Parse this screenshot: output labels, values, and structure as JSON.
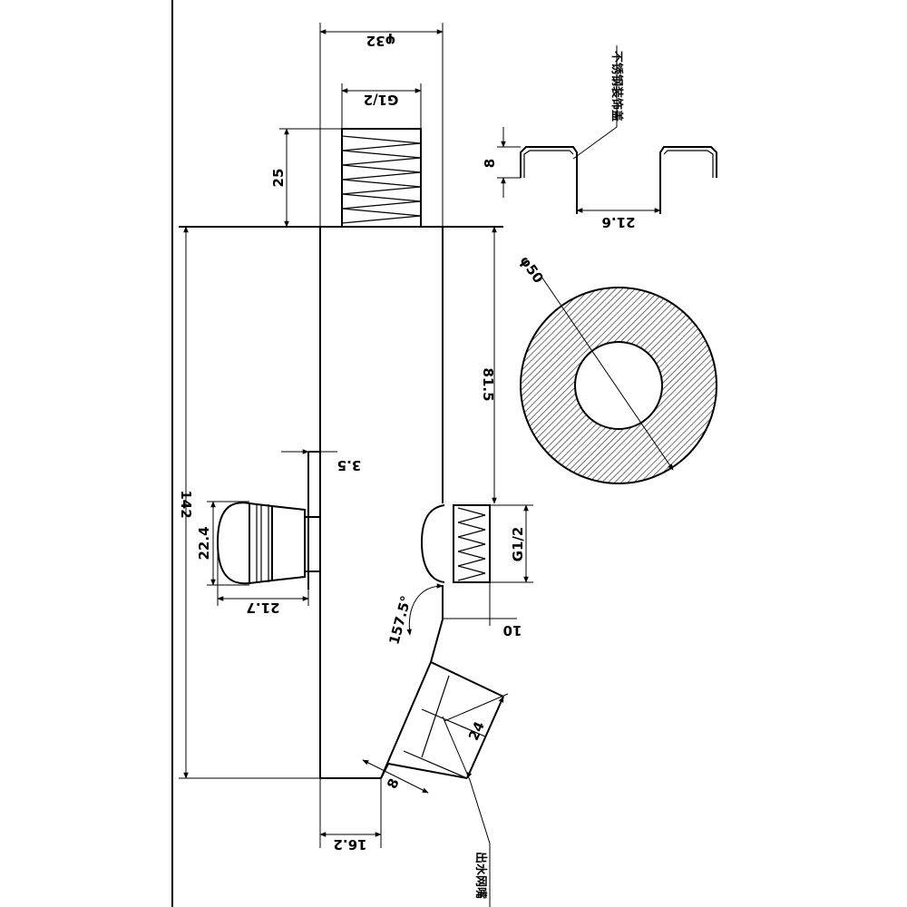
{
  "dimensions": {
    "top_diameter": "φ32",
    "top_thread": "G1/2",
    "thread_length": "25",
    "total_height": "142",
    "upper_height": "81.5",
    "wall_offset": "3.5",
    "button_diameter": "22.4",
    "button_length": "21.7",
    "side_thread": "G1/2",
    "side_thread_length": "10",
    "angle": "157.5°",
    "outlet_length": "24",
    "outlet_width": "8",
    "bottom_width": "16.2",
    "flange_height": "8",
    "flange_spacing": "21.6",
    "ring_diameter": "φ50"
  },
  "labels": {
    "cover_note": "不锈钢装饰盖",
    "outlet_note": "出水网嘴"
  }
}
